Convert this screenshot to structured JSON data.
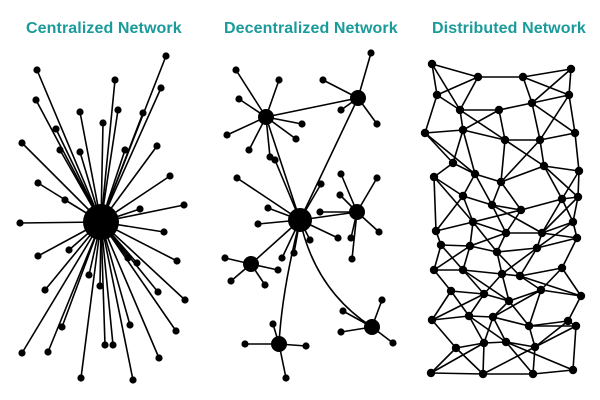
{
  "titles": {
    "centralized": "Centralized Network",
    "decentralized": "Decentralized Network",
    "distributed": "Distributed Network"
  },
  "colors": {
    "title": "#1a9a9a",
    "ink": "#000000"
  }
}
